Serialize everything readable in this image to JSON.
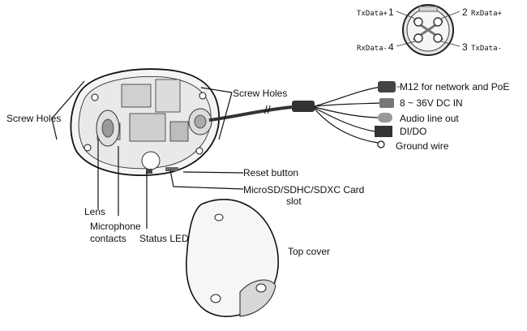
{
  "connector": {
    "pins": [
      {
        "num": "1",
        "name": "TxData+"
      },
      {
        "num": "2",
        "name": "RxData+"
      },
      {
        "num": "3",
        "name": "TxData-"
      },
      {
        "num": "4",
        "name": "RxData-"
      }
    ]
  },
  "labels": {
    "screw_holes_left": "Screw Holes",
    "screw_holes_top": "Screw Holes",
    "m12": "M12 for network and PoE",
    "dc_in": "8 ~ 36V DC IN",
    "audio_out": "Audio line out",
    "dido": "DI/DO",
    "ground": "Ground wire",
    "reset": "Reset button",
    "sd_line1": "MicroSD/SDHC/SDXC Card",
    "sd_line2": "slot",
    "lens": "Lens",
    "mic_line1": "Microphone",
    "mic_line2": "contacts",
    "status_led": "Status LED",
    "top_cover": "Top cover"
  }
}
